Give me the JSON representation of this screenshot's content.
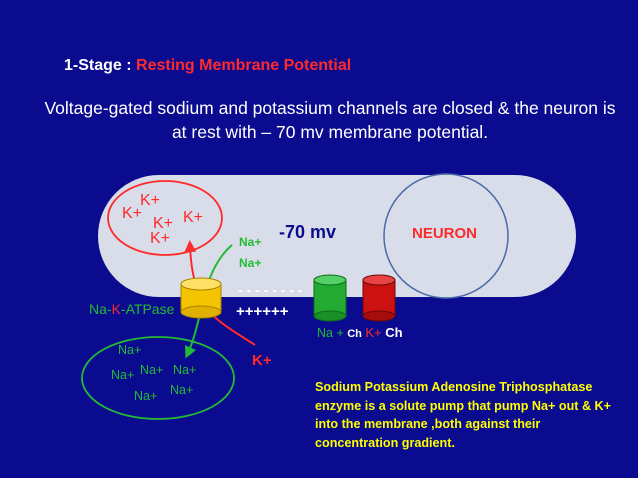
{
  "heading": {
    "prefix": "1-Stage : ",
    "highlight": "Resting Membrane Potential"
  },
  "subtitle": "Voltage-gated sodium and potassium channels are closed & the neuron is at rest with – 70 mv membrane potential.",
  "neuron": {
    "label": "NEURON",
    "potential": "-70 mv"
  },
  "inside_k_ions": [
    "K+",
    "K+",
    "K+",
    "K+",
    "K+"
  ],
  "pump": {
    "na": "Na",
    "sep1": "-",
    "k": "K",
    "sep2": "-",
    "atpase": "ATPase"
  },
  "na_near_membrane": [
    "Na+",
    "Na+"
  ],
  "membrane": {
    "negative": "- - - - - - - -",
    "positive": "++++++"
  },
  "outside_na_ions": [
    "Na+",
    "Na+",
    "Na+",
    "Na+",
    "Na+",
    "Na+"
  ],
  "outside_k": "K+",
  "channels": {
    "na_label": "Na + ",
    "na_ch": "Ch",
    "k_label": "K+ ",
    "k_ch": "Ch"
  },
  "note": "Sodium Potassium Adenosine Triphosphatase enzyme is a solute pump that pump Na+ out & K+ into the membrane ,both against their concentration gradient.",
  "colors": {
    "background": "#0b0b8f",
    "neuron_fill": "#d8dde9",
    "red": "#ff2a2a",
    "green": "#22bb33",
    "pump_yellow": "#f5c400",
    "na_channel": "#22aa33",
    "k_channel": "#cc1111",
    "note": "#ffff00"
  }
}
